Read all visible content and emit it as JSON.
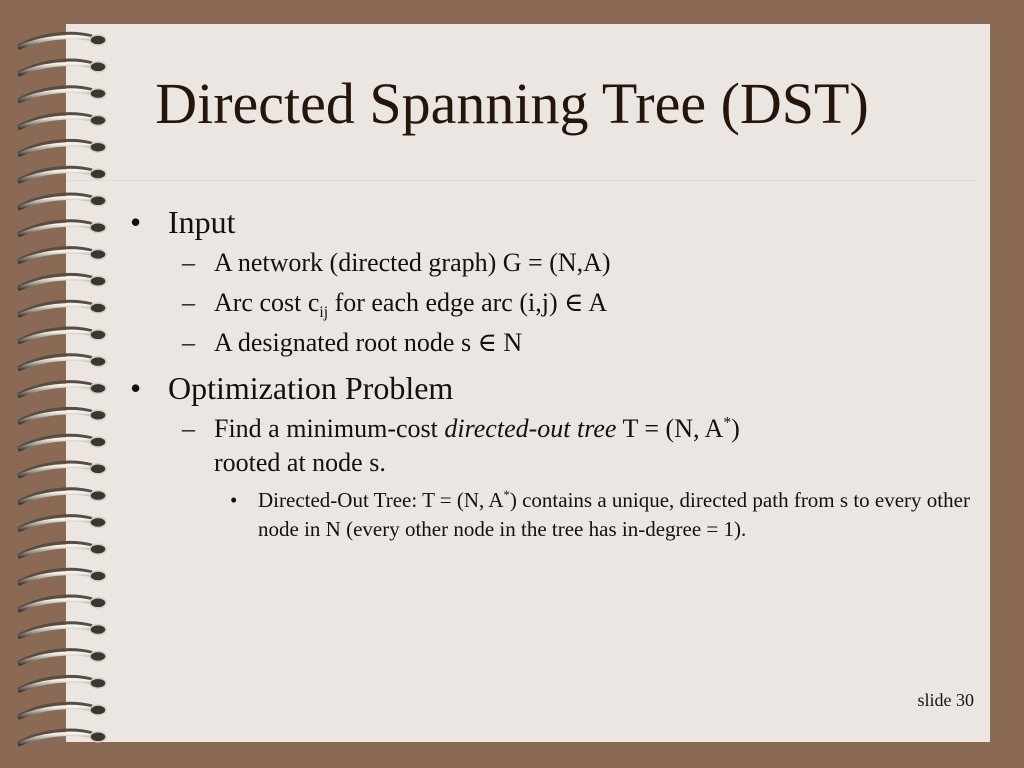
{
  "slide": {
    "title": "Directed Spanning Tree (DST)",
    "bullets": {
      "input": {
        "label": "Input",
        "items": [
          "A network (directed graph) G = (N,A)",
          {
            "pre": "Arc cost c",
            "sub": "ij",
            "post": " for each edge arc (i,j) ∈ A"
          },
          "A designated root node s ∈ N"
        ]
      },
      "problem": {
        "label": "Optimization Problem",
        "item": {
          "pre": "Find a minimum-cost ",
          "em": "directed-out tree",
          "mid": " T = (N, A",
          "sup": "*",
          "post": ")",
          "line2": "rooted at node s."
        },
        "sub_item": {
          "pre": "Directed-Out Tree: T = (N, A",
          "sup": "*",
          "post": ") contains a unique, directed path from s to every other node in N (every other node in the tree has in-degree = 1)."
        }
      }
    },
    "slide_number": "slide 30",
    "bullet_char": "•",
    "dash_char": "–"
  },
  "colors": {
    "background": "#8b6a55",
    "page": "#ece6e2",
    "title": "#26150b"
  },
  "icons": [
    "spiral-binding"
  ]
}
